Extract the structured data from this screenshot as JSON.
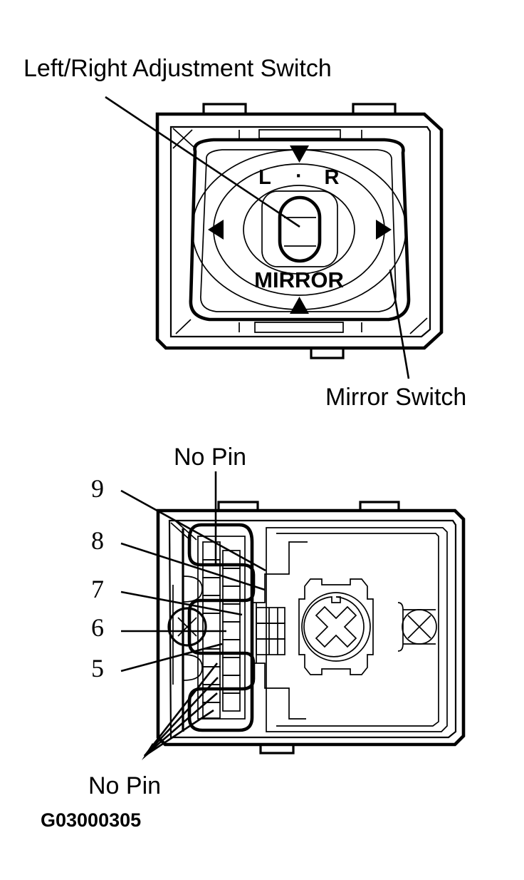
{
  "figure": {
    "id_label": "G03000305",
    "title_top": "Left/Right Adjustment Switch",
    "title_bottom_right": "Mirror Switch"
  },
  "switch_face": {
    "left_label": "L",
    "separator": "·",
    "right_label": "R",
    "bottom_label": "MIRROR",
    "up_arrow": "up-triangle-icon",
    "down_arrow": "down-triangle-icon",
    "left_arrow": "left-triangle-icon",
    "right_arrow": "right-triangle-icon"
  },
  "connector": {
    "no_pin_top": "No Pin",
    "no_pin_bottom": "No Pin",
    "pin_numbers": [
      "9",
      "8",
      "7",
      "6",
      "5"
    ],
    "screw_large": "phillips-screw-icon",
    "screw_small": "phillips-screw-icon"
  },
  "colors": {
    "ink": "#000000",
    "paper": "#ffffff"
  }
}
